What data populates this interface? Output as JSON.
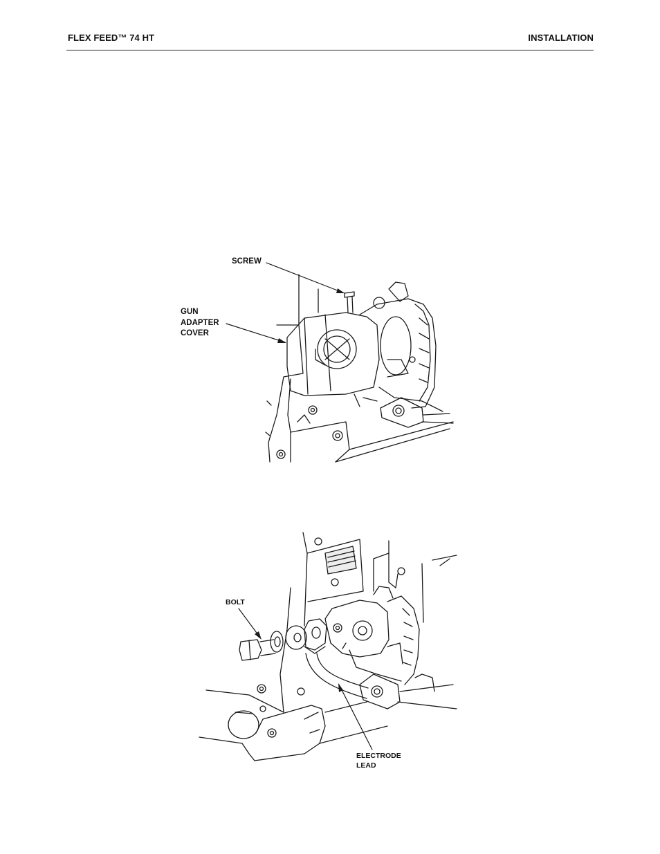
{
  "header": {
    "left_title": "FLEX FEED™ 74 HT",
    "right_title": "INSTALLATION"
  },
  "figure1": {
    "labels": {
      "screw": "SCREW",
      "gun_adapter_cover": [
        "GUN",
        "ADAPTER",
        "COVER"
      ]
    }
  },
  "figure2": {
    "labels": {
      "bolt": "BOLT",
      "electrode_lead": [
        "ELECTRODE",
        "LEAD"
      ]
    }
  }
}
